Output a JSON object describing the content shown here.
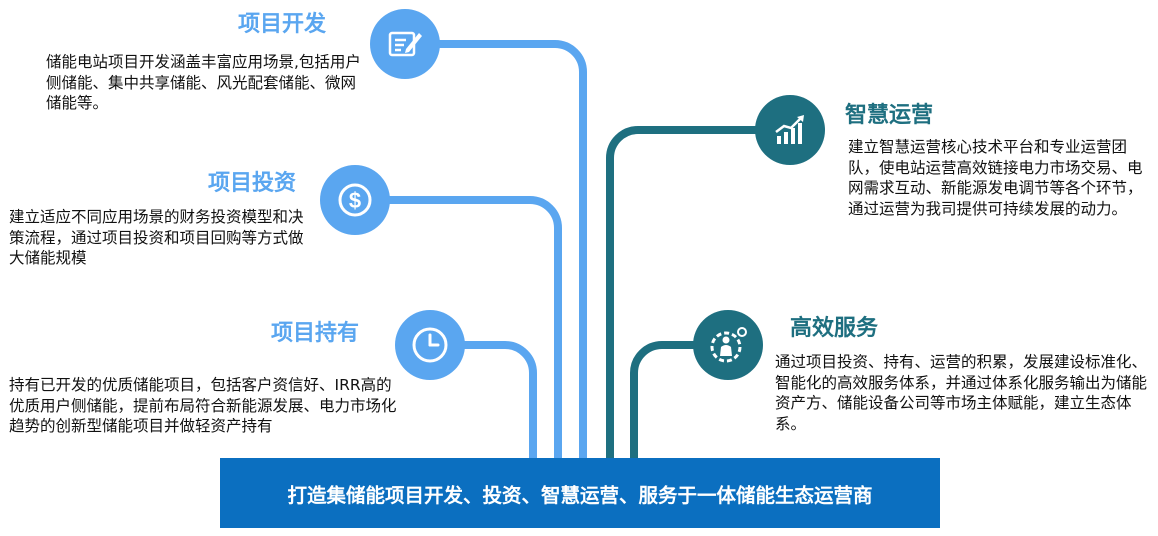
{
  "colors": {
    "light_blue": "#5aa6f0",
    "teal": "#1e6f80",
    "bar_blue": "#0b6fc0"
  },
  "items": [
    {
      "title": "项目开发",
      "icon": "document-edit-icon",
      "desc": "储能电站项目开发涵盖丰富应用场景,包括用户侧储能、集中共享储能、风光配套储能、微网储能等。"
    },
    {
      "title": "项目投资",
      "icon": "dollar-icon",
      "desc": "建立适应不同应用场景的财务投资模型和决策流程，通过项目投资和项目回购等方式做大储能规模"
    },
    {
      "title": "项目持有",
      "icon": "clock-icon",
      "desc": "持有已开发的优质储能项目，包括客户资信好、IRR高的优质用户侧储能，提前布局符合新能源发展、电力市场化趋势的创新型储能项目并做轻资产持有"
    },
    {
      "title": "智慧运营",
      "icon": "growth-chart-icon",
      "desc": "建立智慧运营核心技术平台和专业运营团队，使电站运营高效链接电力市场交易、电网需求互动、新能源发电调节等各个环节，通过运营为我司提供可持续发展的动力。"
    },
    {
      "title": "高效服务",
      "icon": "service-gear-icon",
      "desc": "通过项目投资、持有、运营的积累，发展建设标准化、智能化的高效服务体系，并通过体系化服务输出为储能资产方、储能设备公司等市场主体赋能，建立生态体系。"
    }
  ],
  "footer": {
    "text": "打造集储能项目开发、投资、智慧运营、服务于一体储能生态运营商"
  }
}
